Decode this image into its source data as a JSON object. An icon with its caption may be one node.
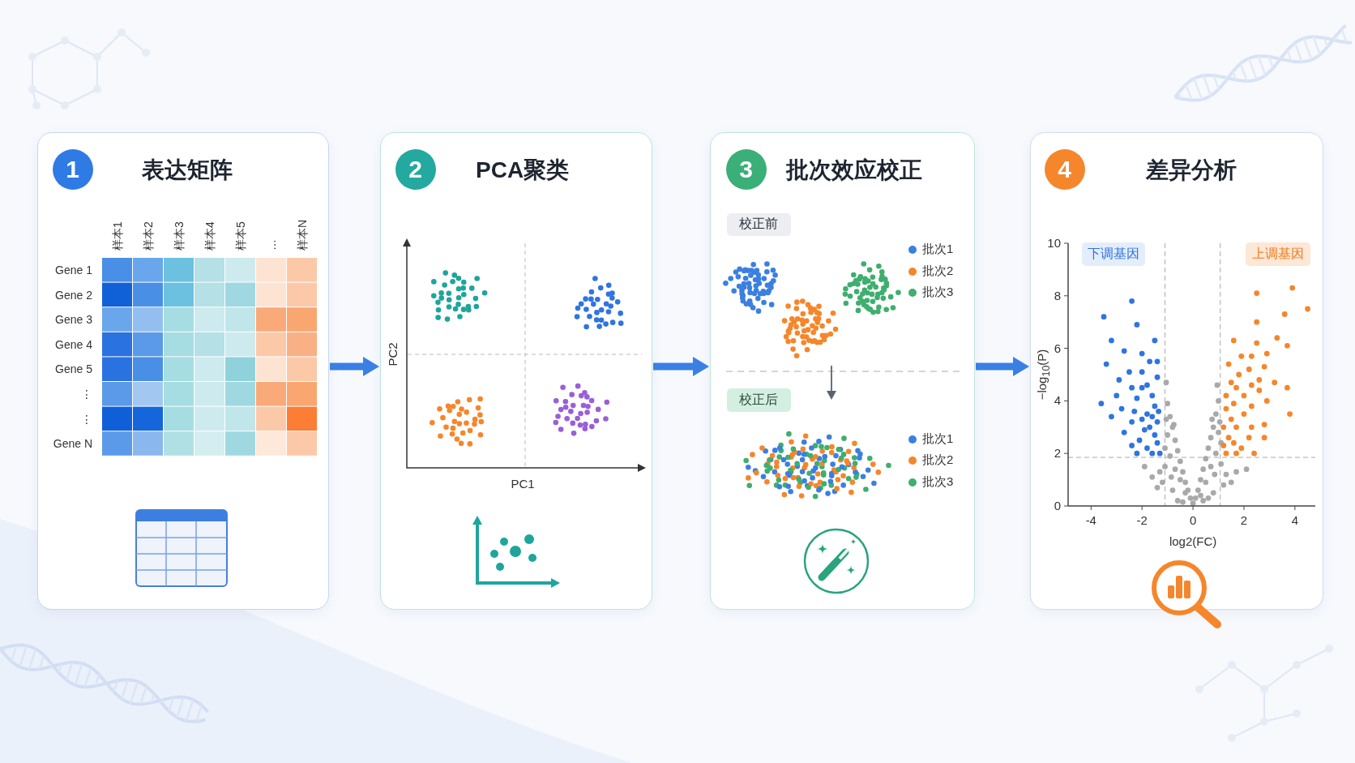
{
  "diagram": {
    "nodes": [
      {
        "text": [
          "表达矩阵"
        ]
      },
      {
        "text": [
          "1"
        ],
        "in": 0
      },
      {
        "text": [
          "PCA聚类"
        ]
      },
      {
        "text": [
          "2"
        ],
        "in": 2
      },
      {
        "text": [
          "批次效应校正"
        ]
      },
      {
        "text": [
          "3"
        ],
        "in": 4
      },
      {
        "text": [
          "校正前"
        ],
        "in": 4
      },
      {
        "text": [
          "校正后"
        ],
        "in": 4
      },
      {
        "text": [
          "差异分析"
        ]
      },
      {
        "text": [
          "4"
        ],
        "in": 8
      },
      {
        "text": [
          "下调基因"
        ],
        "in": 8
      },
      {
        "text": [
          "上调基因"
        ],
        "in": 8
      }
    ],
    "edges": [
      {
        "from": 0,
        "to": 2,
        "arrow": "to"
      },
      {
        "from": 2,
        "to": 4,
        "arrow": "to"
      },
      {
        "from": 4,
        "to": 8,
        "arrow": "to"
      }
    ],
    "labels": [
      "样本1",
      "样本2",
      "样本3",
      "样本4",
      "样本5",
      "…",
      "样本N",
      "Gene 1",
      "Gene 2",
      "Gene 3",
      "Gene 4",
      "Gene 5",
      "⋮",
      "⋮",
      "Gene N",
      "PC2",
      "PC1"
    ],
    "legend": [
      {
        "text": "批次1",
        "color": "#3b7fe0"
      },
      {
        "text": "批次2",
        "color": "#f5862b"
      },
      {
        "text": "批次3",
        "color": "#3fae6f"
      },
      {
        "text": "批次1",
        "color": "#3b7fe0"
      },
      {
        "text": "批次2",
        "color": "#f5862b"
      },
      {
        "text": "批次3",
        "color": "#3fae6f"
      }
    ],
    "chart_data": {
      "type": "scatter",
      "xlabel": "log2(FC)",
      "ylabel": "−log$_{10}$(P)",
      "xlim": [
        -4.9,
        4.8
      ],
      "ylim": [
        0,
        10
      ],
      "xticks": [
        -4,
        -2,
        0,
        2,
        4
      ],
      "yticks": [
        0,
        2,
        4,
        6,
        8,
        10
      ],
      "series": [
        {
          "color": "#a9a9a9",
          "x": [
            0,
            0.1,
            -0.1,
            0.2,
            -0.2,
            0.3,
            -0.3,
            0.4,
            -0.4,
            0.5,
            -0.5,
            0.6,
            -0.6,
            0.7,
            -0.7,
            0.8,
            -0.8,
            0.9,
            -0.9,
            1.0,
            -1.0,
            0.95,
            -1.05,
            0.3,
            -0.3,
            0.5,
            -0.5,
            0.7,
            -0.7,
            0.9,
            -0.9,
            1.1,
            -1.1,
            1.3,
            -1.3,
            1.5,
            -1.6,
            2.1,
            -1.9,
            0.8,
            -0.8,
            1.0,
            -1.0,
            0.6,
            -0.6,
            1.2,
            -1.2,
            1.7,
            -1.4,
            0.85,
            -0.85,
            0.4,
            -0.4,
            1.1,
            -1.1,
            0.75,
            -0.75,
            1.05,
            -1.05
          ],
          "values": [
            0.1,
            0.3,
            0.3,
            0.6,
            0.6,
            1.0,
            0.9,
            1.4,
            1.3,
            1.8,
            1.7,
            2.2,
            2.1,
            2.6,
            2.5,
            3.0,
            3.0,
            3.5,
            3.4,
            4.0,
            3.9,
            4.6,
            4.7,
            0.4,
            0.5,
            0.9,
            1.0,
            1.5,
            1.4,
            2.0,
            1.9,
            1.6,
            1.5,
            1.2,
            1.3,
            0.9,
            1.1,
            1.4,
            1.5,
            0.5,
            0.6,
            2.8,
            2.7,
            0.3,
            0.2,
            0.8,
            0.9,
            1.3,
            0.7,
            1.2,
            1.1,
            0.2,
            0.15,
            2.4,
            2.2,
            3.3,
            3.1,
            3.2,
            3.3
          ]
        },
        {
          "color": "#2f74e0",
          "x": [
            -2.4,
            -3.5,
            -2.2,
            -3.2,
            -1.5,
            -2.7,
            -2.0,
            -3.4,
            -1.7,
            -1.4,
            -2.5,
            -2.0,
            -1.4,
            -2.9,
            -1.8,
            -2.4,
            -2.0,
            -3.0,
            -2.2,
            -1.6,
            -3.6,
            -2.8,
            -1.5,
            -2.3,
            -1.8,
            -3.2,
            -2.0,
            -1.4,
            -2.4,
            -1.7,
            -2.7,
            -1.5,
            -2.1,
            -1.4,
            -2.4,
            -1.8,
            -2.2,
            -1.6,
            -1.3,
            -1.9,
            -1.35,
            -1.6
          ],
          "values": [
            7.8,
            7.2,
            6.9,
            6.3,
            6.3,
            5.9,
            5.8,
            5.4,
            5.5,
            5.5,
            5.1,
            5.1,
            4.9,
            4.8,
            4.6,
            4.5,
            4.5,
            4.2,
            4.1,
            4.2,
            3.9,
            3.7,
            3.8,
            3.6,
            3.5,
            3.4,
            3.3,
            3.2,
            3.2,
            3.0,
            2.8,
            2.7,
            2.5,
            2.4,
            2.3,
            2.2,
            2.0,
            2.0,
            2.0,
            2.9,
            3.6,
            3.4
          ]
        },
        {
          "color": "#f5862b",
          "x": [
            2.5,
            3.9,
            4.5,
            2.5,
            3.6,
            1.6,
            3.3,
            2.5,
            3.7,
            2.9,
            1.9,
            2.3,
            1.4,
            2.8,
            2.2,
            1.8,
            1.5,
            2.6,
            3.2,
            2.3,
            3.7,
            1.7,
            1.3,
            2.0,
            2.6,
            2.9,
            1.6,
            2.3,
            1.3,
            3.8,
            2.0,
            1.5,
            2.8,
            1.2,
            1.7,
            2.3,
            2.8,
            1.4,
            2.2,
            1.6,
            1.9,
            1.3,
            2.4,
            1.7,
            1.2
          ],
          "values": [
            8.1,
            8.3,
            7.5,
            7.0,
            7.3,
            6.3,
            6.4,
            6.2,
            6.1,
            5.8,
            5.7,
            5.7,
            5.4,
            5.3,
            5.2,
            5.0,
            4.7,
            4.8,
            4.7,
            4.6,
            4.5,
            4.5,
            4.2,
            4.2,
            4.4,
            4.0,
            3.9,
            3.8,
            3.7,
            3.5,
            3.5,
            3.3,
            3.1,
            3.0,
            3.0,
            3.0,
            2.6,
            2.6,
            2.6,
            2.4,
            2.2,
            2.0,
            2.0,
            2.0,
            2.3
          ]
        }
      ]
    }
  }
}
